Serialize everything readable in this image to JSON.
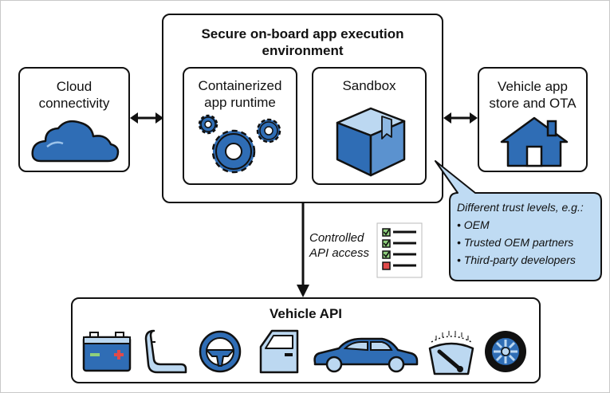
{
  "main_box": {
    "title_line1": "Secure on-board app execution",
    "title_line2": "environment"
  },
  "cloud_box": {
    "label_line1": "Cloud",
    "label_line2": "connectivity"
  },
  "store_box": {
    "label_line1": "Vehicle app",
    "label_line2": "store and OTA"
  },
  "runtime_box": {
    "label_line1": "Containerized",
    "label_line2": "app runtime"
  },
  "sandbox_box": {
    "label": "Sandbox"
  },
  "callout": {
    "heading": "Different trust levels, e.g.:",
    "items": [
      "• OEM",
      "• Trusted OEM partners",
      "• Third-party developers"
    ]
  },
  "api_access": {
    "line1": "Controlled",
    "line2": "API access"
  },
  "vehicle_api": {
    "title": "Vehicle API"
  },
  "icons": [
    "cloud-icon",
    "gears-icon",
    "box-icon",
    "house-icon",
    "checklist-icon",
    "battery-icon",
    "seat-icon",
    "steering-wheel-icon",
    "car-door-icon",
    "car-icon",
    "windshield-wiper-icon",
    "tire-icon"
  ],
  "colors": {
    "accent_blue": "#2f6db5",
    "light_blue": "#bcd8f1",
    "callout_fill": "#bfdbf3",
    "outline": "#111111"
  }
}
